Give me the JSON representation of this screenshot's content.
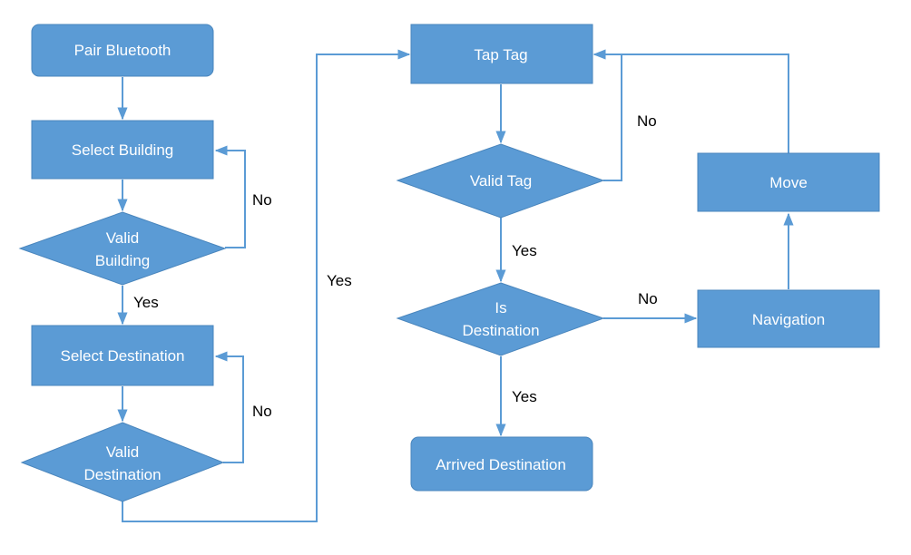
{
  "colors": {
    "node_fill": "#5b9bd5",
    "edge": "#5b9bd5",
    "node_text": "#ffffff",
    "label_text": "#000000"
  },
  "nodes": {
    "pair_bluetooth": "Pair Bluetooth",
    "select_building": "Select Building",
    "valid_building": [
      "Valid",
      "Building"
    ],
    "select_destination": "Select Destination",
    "valid_destination": [
      "Valid",
      "Destination"
    ],
    "tap_tag": "Tap Tag",
    "valid_tag": "Valid Tag",
    "is_destination": [
      "Is",
      "Destination"
    ],
    "arrived_destination": "Arrived Destination",
    "navigation": "Navigation",
    "move": "Move"
  },
  "edge_labels": {
    "valid_building_no": "No",
    "valid_building_yes": "Yes",
    "valid_destination_no": "No",
    "valid_destination_yes": "Yes",
    "valid_tag_no": "No",
    "valid_tag_yes": "Yes",
    "is_destination_no": "No",
    "is_destination_yes": "Yes"
  }
}
